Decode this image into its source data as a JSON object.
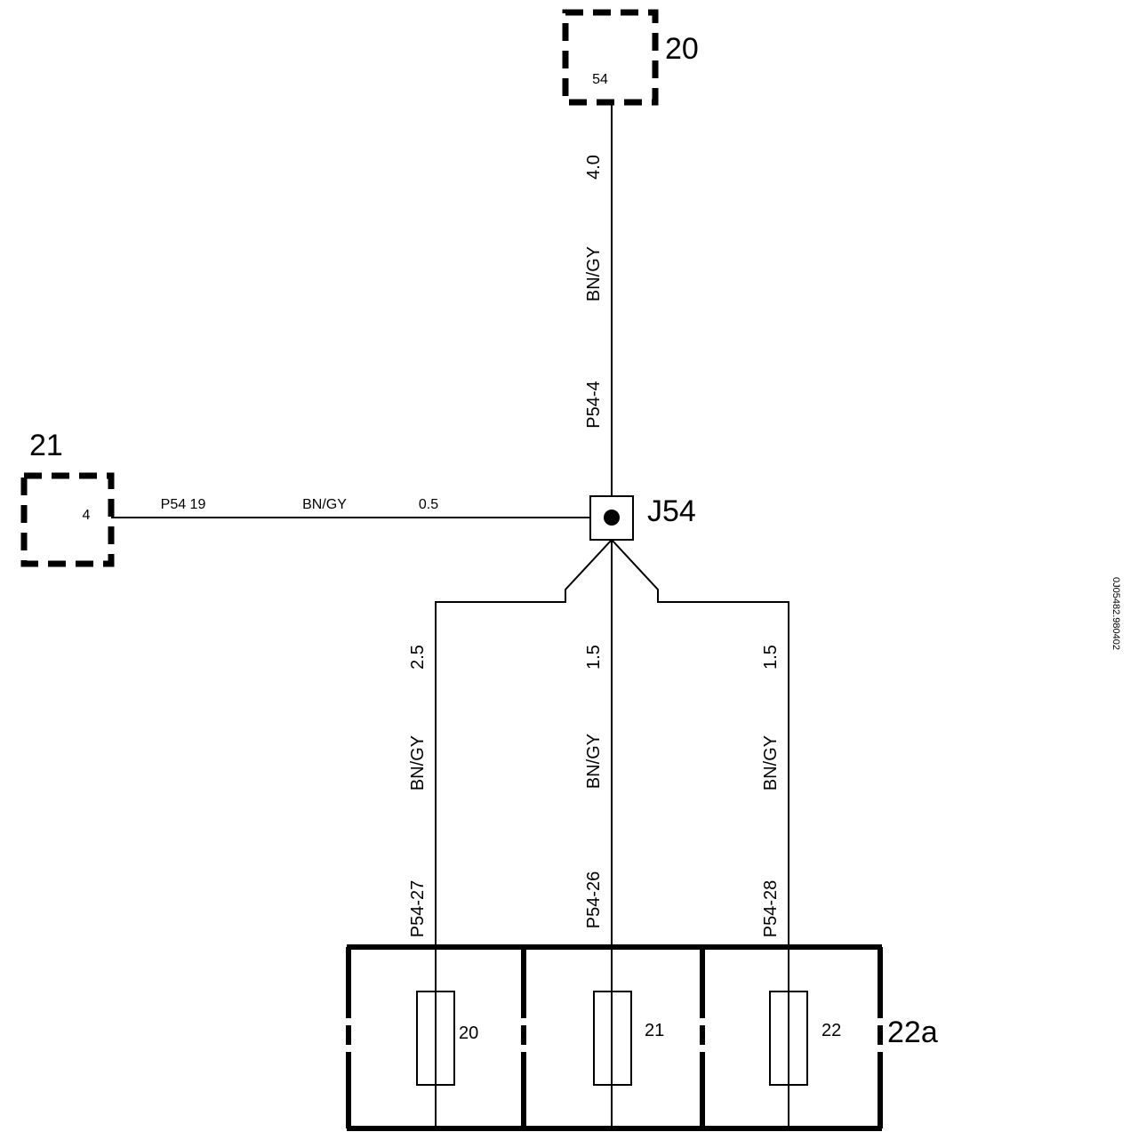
{
  "components": {
    "c20": {
      "ref": "20",
      "pin": "54"
    },
    "c21": {
      "ref": "21",
      "pin": "4"
    },
    "splice": {
      "ref": "J54"
    },
    "fusebox": {
      "ref": "22a",
      "fuses": [
        "20",
        "21",
        "22"
      ]
    }
  },
  "wires": {
    "top": {
      "gauge": "4.0",
      "color": "BN/GY",
      "circuit": "P54-4"
    },
    "left": {
      "circuit": "P54 19",
      "color": "BN/GY",
      "gauge": "0.5"
    },
    "fuse20": {
      "gauge": "2.5",
      "color": "BN/GY",
      "circuit": "P54-27"
    },
    "fuse21": {
      "gauge": "1.5",
      "color": "BN/GY",
      "circuit": "P54-26"
    },
    "fuse22": {
      "gauge": "1.5",
      "color": "BN/GY",
      "circuit": "P54-28"
    }
  },
  "side_code": "0J05482.980402"
}
